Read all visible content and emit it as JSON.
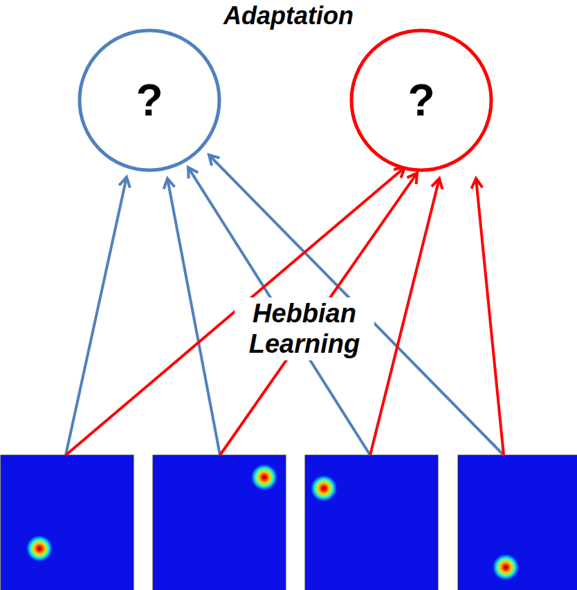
{
  "diagram": {
    "title": "Adaptation",
    "nodes": [
      {
        "text": [
          "?"
        ]
      },
      {
        "text": [
          "?"
        ]
      }
    ],
    "labels": [
      "Hebbian Learning"
    ]
  }
}
